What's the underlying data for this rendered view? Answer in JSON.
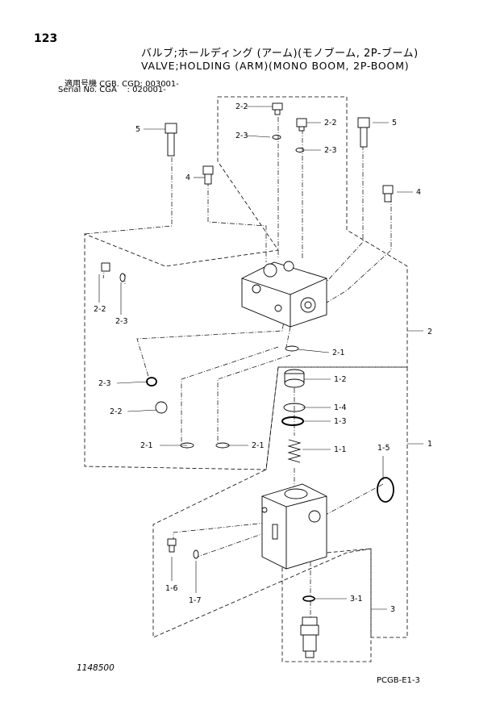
{
  "header": {
    "page_number": "123",
    "title_jp": "バルブ;ホールディング (アーム)(モノブーム, 2P-ブーム)",
    "title_en": "VALVE;HOLDING (ARM)(MONO BOOM, 2P-BOOM)",
    "serial_line_1": "適用号機 CGB. CGD: 003001-",
    "serial_line_2": "Serial No. CGA    : 020001-"
  },
  "callouts": {
    "c22a": "2-2",
    "c23a": "2-3",
    "c5a": "5",
    "c4a": "4",
    "c22b": "2-2",
    "c23b": "2-3",
    "c5b": "5",
    "c4b": "4",
    "c22c": "2-2",
    "c23c": "2-3",
    "c2": "2",
    "c21a": "2-1",
    "c23d": "2-3",
    "c22d": "2-2",
    "c21b": "2-1",
    "c21c": "2-1",
    "c12": "1-2",
    "c14": "1-4",
    "c13": "1-3",
    "c11": "1-1",
    "c15": "1-5",
    "c1": "1",
    "c16": "1-6",
    "c17": "1-7",
    "c31": "3-1",
    "c3": "3"
  },
  "footer": {
    "drawing_number": "1148500",
    "page_code": "PCGB-E1-3"
  }
}
